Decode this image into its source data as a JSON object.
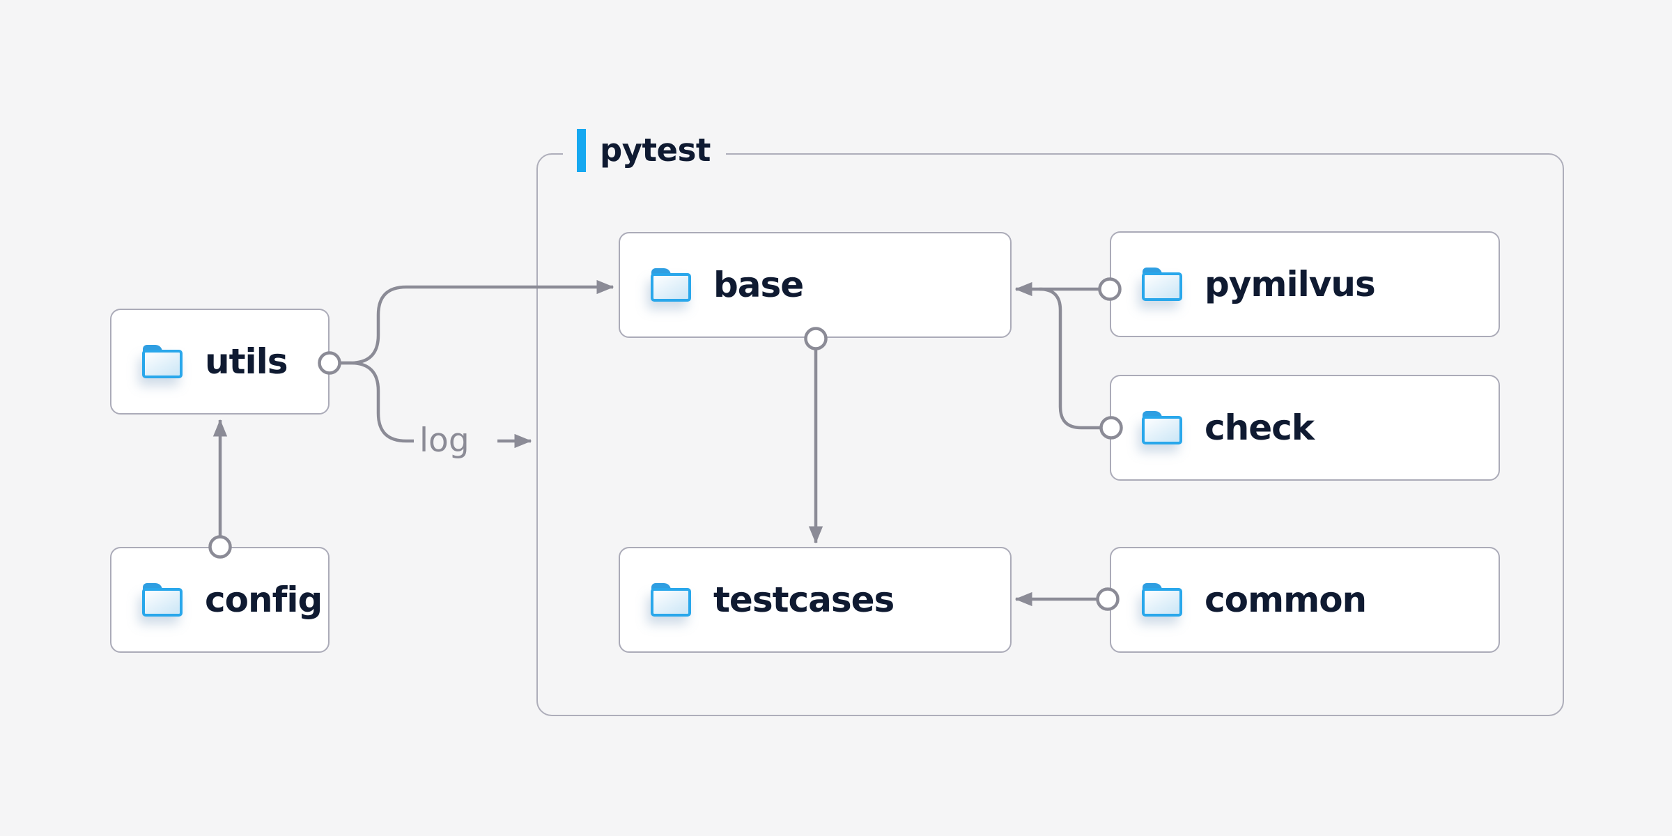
{
  "diagram": {
    "container": {
      "label": "pytest"
    },
    "nodes": {
      "utils": {
        "label": "utils"
      },
      "config": {
        "label": "config"
      },
      "base": {
        "label": "base"
      },
      "testcases": {
        "label": "testcases"
      },
      "pymilvus": {
        "label": "pymilvus"
      },
      "check": {
        "label": "check"
      },
      "common": {
        "label": "common"
      }
    },
    "edges": [
      {
        "from": "config",
        "to": "utils",
        "label": ""
      },
      {
        "from": "utils",
        "to": "base",
        "label": ""
      },
      {
        "from": "utils",
        "to": "pytest",
        "label": "log"
      },
      {
        "from": "base",
        "to": "testcases",
        "label": ""
      },
      {
        "from": "pymilvus",
        "to": "base",
        "label": ""
      },
      {
        "from": "check",
        "to": "base",
        "label": ""
      },
      {
        "from": "common",
        "to": "testcases",
        "label": ""
      }
    ],
    "colors": {
      "background": "#f5f5f6",
      "node_fill": "#ffffff",
      "node_border": "#ababb8",
      "node_text": "#0f1a31",
      "connector": "#8b8b96",
      "accent_blue": "#16a8f0",
      "folder_blue": "#29a7eb"
    },
    "icons": {
      "folder": "folder-icon"
    }
  }
}
